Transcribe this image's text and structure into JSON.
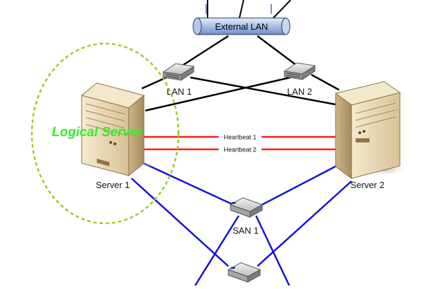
{
  "external_lan": {
    "label": "External LAN"
  },
  "switches": {
    "lan1": "LAN 1",
    "lan2": "LAN 2",
    "san1": "SAN 1"
  },
  "servers": {
    "server1": "Server 1",
    "server2": "Server 2"
  },
  "heartbeats": [
    "Heartbeat 1",
    "Heartbeat 2"
  ],
  "logical_server": {
    "label": "Logical Server"
  },
  "colors": {
    "lan_link": "#000000",
    "heartbeat_link": "#ff1a1a",
    "san_link": "#1010dd",
    "logical_outline": "#99cc22",
    "logical_text": "#33ee22",
    "tower": "#e8d6b0",
    "switch": "#c4c4c4"
  }
}
